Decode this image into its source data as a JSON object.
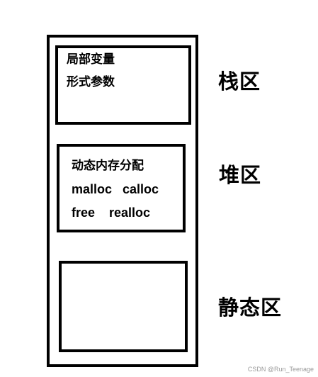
{
  "stack": {
    "items": [
      "局部变量",
      "形式参数"
    ],
    "label": "栈区"
  },
  "heap": {
    "items": [
      "动态内存分配",
      "malloc   calloc",
      "free    realloc"
    ],
    "label": "堆区"
  },
  "static": {
    "label": "静态区"
  },
  "watermark": "CSDN @Run_Teenage"
}
